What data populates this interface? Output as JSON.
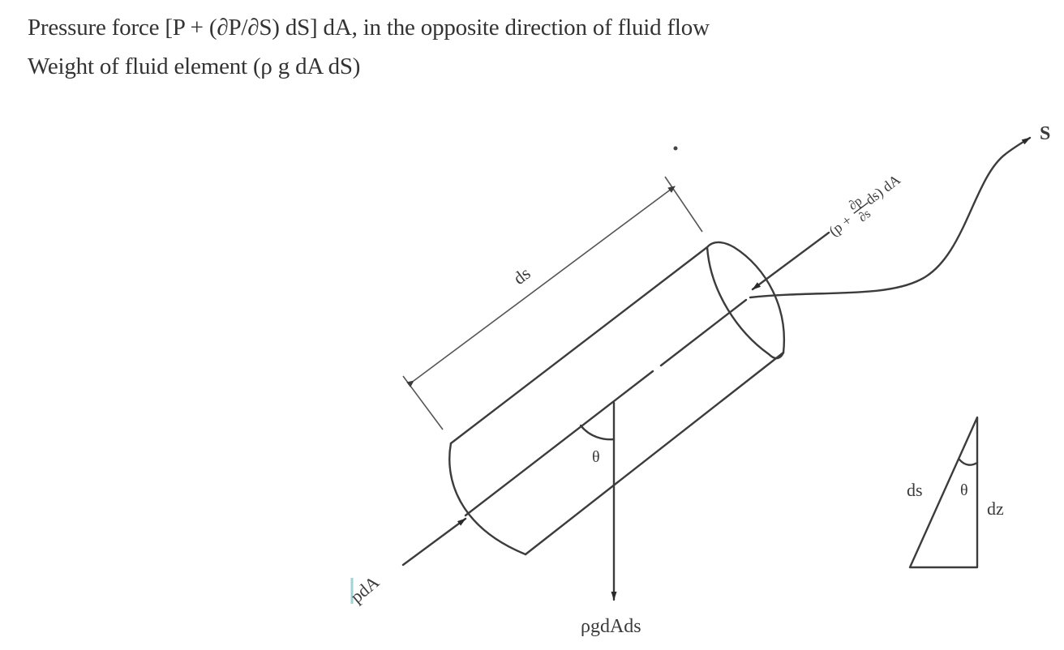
{
  "text": {
    "line1": "Pressure force [P + (∂P/∂S) dS] dA, in the opposite direction of fluid flow",
    "line2": "Weight of fluid element (ρ g dA dS)"
  },
  "diagram": {
    "labels": {
      "length": "ds",
      "theta_cylinder": "θ",
      "upstream_pressure": "pdA",
      "downstream_pressure": "(p + ∂p/∂s ds) dA",
      "downstream_pressure_prefix": "(p +",
      "downstream_pressure_num": "∂p",
      "downstream_pressure_den": "∂s",
      "downstream_pressure_suffix": "ds) dA",
      "weight": "ρgdAds",
      "streamline_axis": "S",
      "triangle_hypotenuse": "ds",
      "triangle_theta": "θ",
      "triangle_vertical": "dz"
    },
    "colors": {
      "stroke": "#3c3c3c",
      "text": "#333333",
      "background": "#ffffff"
    }
  }
}
